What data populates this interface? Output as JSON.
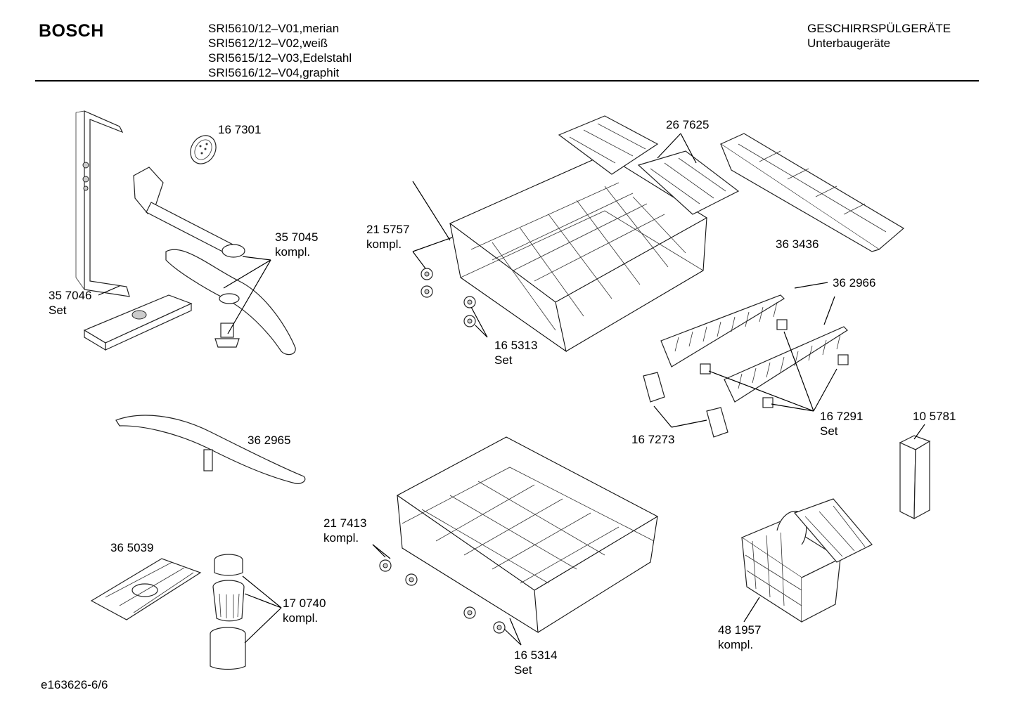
{
  "header": {
    "brand": "BOSCH",
    "models": [
      "SRI5610/12–V01,merian",
      "SRI5612/12–V02,weiß",
      "SRI5615/12–V03,Edelstahl",
      "SRI5616/12–V04,graphit"
    ],
    "category": "GESCHIRRSPÜLGERÄTE",
    "subcategory": "Unterbaugeräte"
  },
  "footer": {
    "document_id": "e163626-6/6"
  },
  "parts": {
    "p167301": {
      "number": "16 7301"
    },
    "p357045": {
      "number": "35 7045",
      "note": "kompl."
    },
    "p357046": {
      "number": "35 7046",
      "note": "Set"
    },
    "p215757": {
      "number": "21 5757",
      "note": "kompl."
    },
    "p165313": {
      "number": "16 5313",
      "note": "Set"
    },
    "p267625": {
      "number": "26 7625"
    },
    "p363436": {
      "number": "36 3436"
    },
    "p362966": {
      "number": "36 2966"
    },
    "p167291": {
      "number": "16 7291",
      "note": "Set"
    },
    "p167273": {
      "number": "16 7273"
    },
    "p105781": {
      "number": "10 5781"
    },
    "p362965": {
      "number": "36 2965"
    },
    "p217413": {
      "number": "21 7413",
      "note": "kompl."
    },
    "p165314": {
      "number": "16 5314",
      "note": "Set"
    },
    "p365039": {
      "number": "36 5039"
    },
    "p170740": {
      "number": "17 0740",
      "note": "kompl."
    },
    "p481957": {
      "number": "48 1957",
      "note": "kompl."
    }
  }
}
